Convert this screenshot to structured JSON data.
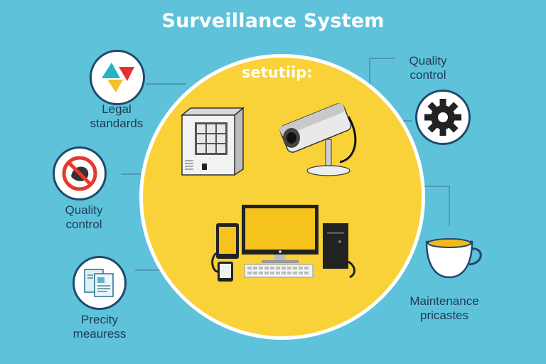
{
  "title": "Surveillance System",
  "center": {
    "label": "setutiip:"
  },
  "left_items": [
    {
      "label_line1": "Legal",
      "label_line2": "standards",
      "icon": "triangles-logo-icon"
    },
    {
      "label_line1": "Quality",
      "label_line2": "control",
      "icon": "prohibited-icon"
    },
    {
      "label_line1": "Precity",
      "label_line2": "meauress",
      "icon": "documents-icon"
    }
  ],
  "right_items": [
    {
      "label_line1": "Quality",
      "label_line2": "control",
      "icon": "gear-icon"
    },
    {
      "label_line1": "Maintenance",
      "label_line2": "pricastes",
      "icon": "cup-icon"
    }
  ],
  "colors": {
    "background": "#5ec3da",
    "circle": "#f8d238",
    "accent_dark": "#1f4a6a"
  }
}
